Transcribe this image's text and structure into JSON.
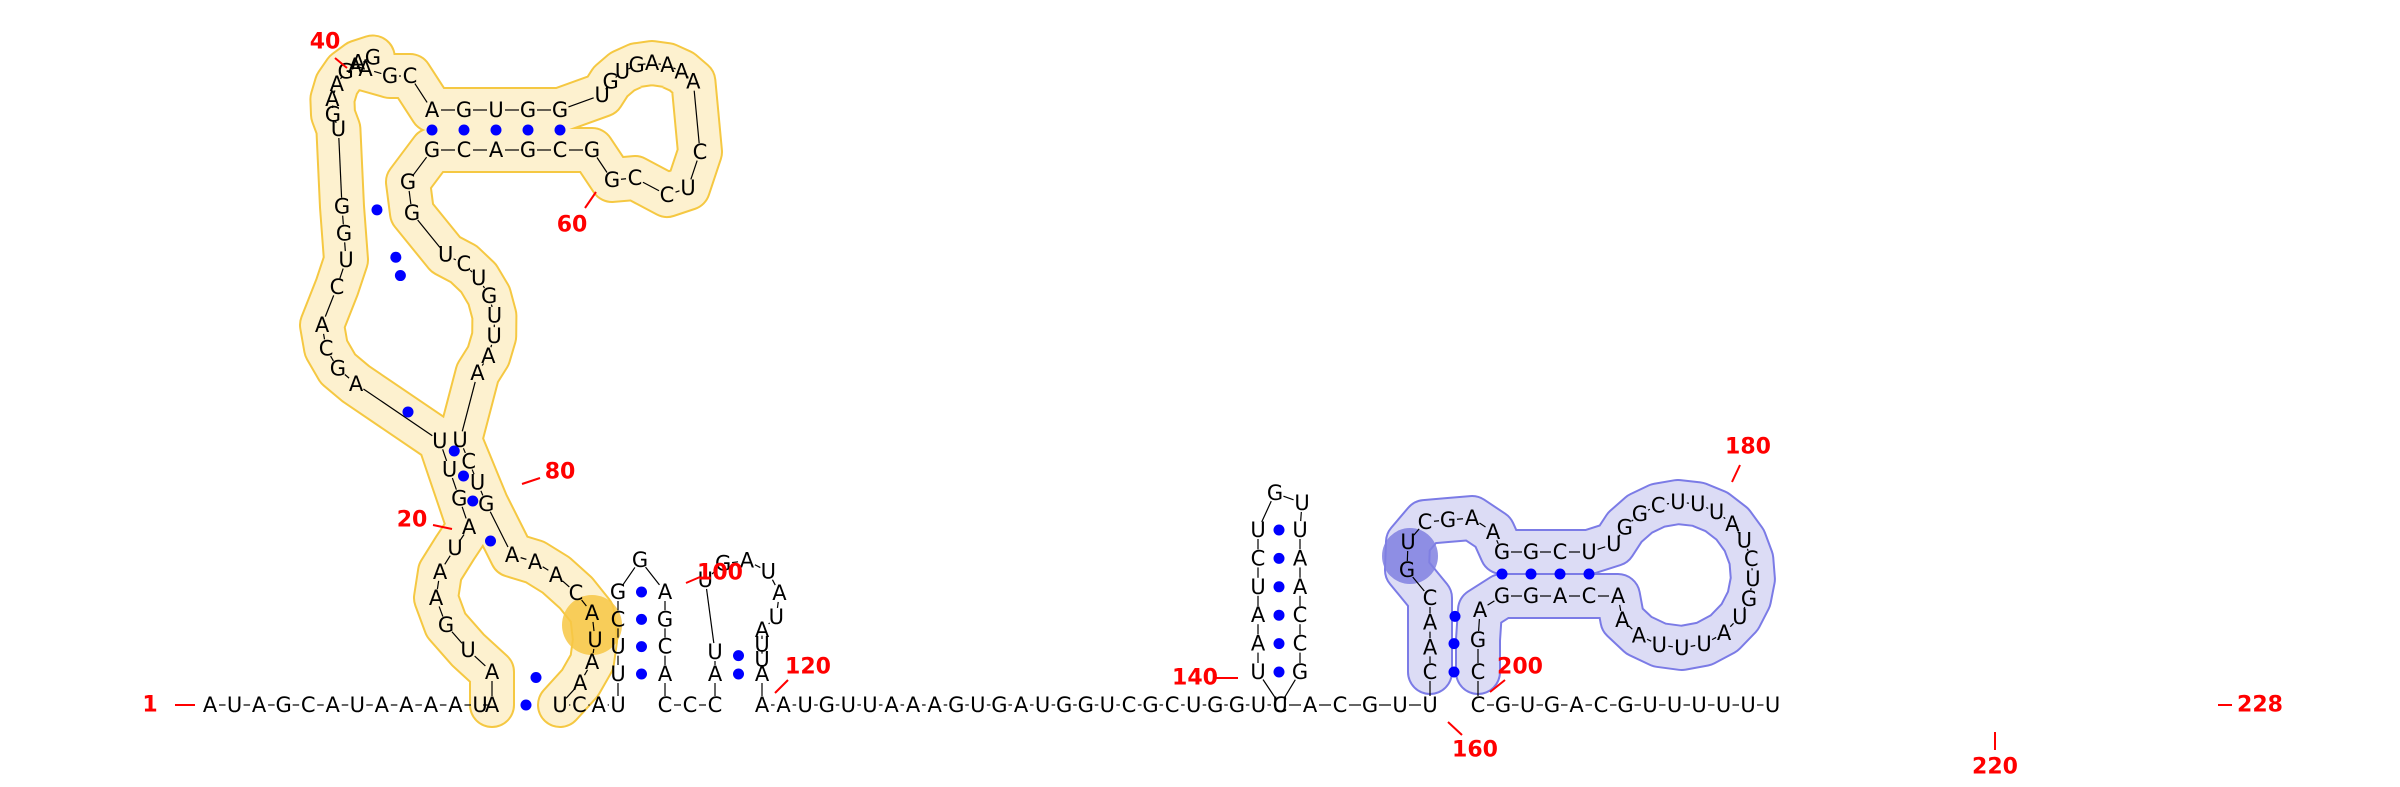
{
  "sequence": "AUAGCAUAAAAUAAUGAAUAGUUAGCACUGGUGAAGAGAAGCAGUGGUGUGAAAACUCCGGCGACGGGUCUGUUAAUCUGAAACAUAAUCAUUUCGGAGCACCCAUUGAUAUAUUAAAUGUUAAAGUGAUGGUCGCUGGUUUAAUCUGUUAACCGCACGUUCAACGUCGAAGGCUUGGCUUUAUCUGUAUUUAAACAGGAGCCGUGACGUUUUUU",
  "position_labels": [
    {
      "text": "1",
      "index": 1
    },
    {
      "text": "20",
      "index": 20
    },
    {
      "text": "40",
      "index": 40
    },
    {
      "text": "60",
      "index": 60
    },
    {
      "text": "80",
      "index": 80
    },
    {
      "text": "100",
      "index": 100
    },
    {
      "text": "120",
      "index": 120
    },
    {
      "text": "140",
      "index": 140
    },
    {
      "text": "160",
      "index": 160
    },
    {
      "text": "180",
      "index": 180
    },
    {
      "text": "200",
      "index": 200
    },
    {
      "text": "220",
      "index": 220
    },
    {
      "text": "228",
      "index": 228
    }
  ],
  "colors": {
    "label": "#ff0000",
    "base_pair": "#0000ff",
    "backbone": "#000000",
    "domain_yellow_fill": "#fdf1cf",
    "domain_yellow_stroke": "#f5c842",
    "domain_yellow_strong": "#f7c744",
    "domain_blue_fill": "#dcdcf5",
    "domain_blue_stroke": "#7b7be6",
    "domain_blue_strong": "#8080e0"
  }
}
